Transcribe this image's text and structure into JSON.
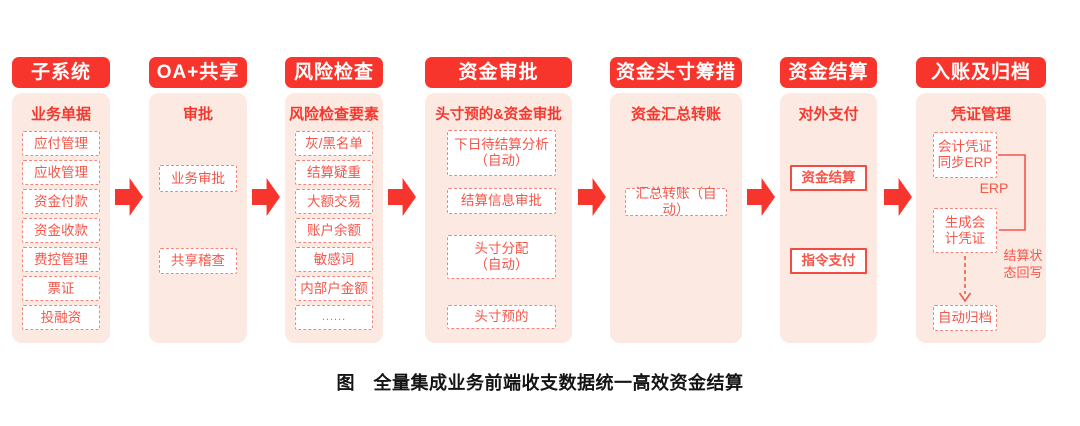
{
  "caption": "图　全量集成业务前端收支数据统一高效资金结算",
  "colors": {
    "primary_red": "#F8352C",
    "panel_pink": "#FCE9E2",
    "title_red": "#F5392E",
    "item_text_red": "#F4564A",
    "item_border_red": "#F5857A",
    "solid_box_border_red": "#F54A3F",
    "caption_black": "#141414"
  },
  "columns": [
    {
      "id": "subsystem",
      "badge": "子系统",
      "title": "业务单据",
      "item_style": "dashed",
      "items": [
        "应付管理",
        "应收管理",
        "资金付款",
        "资金收款",
        "费控管理",
        "票证",
        "投融资"
      ]
    },
    {
      "id": "oa-sharing",
      "badge": "OA+共享",
      "title": "审批",
      "item_style": "dashed",
      "items": [
        "业务审批",
        "共享稽查"
      ]
    },
    {
      "id": "risk-check",
      "badge": "风险检查",
      "title": "风险检查要素",
      "item_style": "dashed",
      "items": [
        "灰/黑名单",
        "结算疑重",
        "大额交易",
        "账户余额",
        "敏感词",
        "内部户金额",
        "......"
      ]
    },
    {
      "id": "fund-approval",
      "badge": "资金审批",
      "title": "头寸预的&资金审批",
      "item_style": "dashed",
      "items": [
        "下日待结算分析\n（自动）",
        "结算信息审批",
        "头寸分配\n（自动）",
        "头寸预的"
      ]
    },
    {
      "id": "fund-position-raising",
      "badge": "资金头寸筹措",
      "title": "资金汇总转账",
      "item_style": "dashed",
      "items": [
        "汇总转账（自动）"
      ]
    },
    {
      "id": "fund-settlement",
      "badge": "资金结算",
      "title": "对外支付",
      "item_style": "solid",
      "items": [
        "资金结算",
        "指令支付"
      ]
    },
    {
      "id": "entry-and-archive",
      "badge": "入账及归档",
      "title": "凭证管理",
      "item_style": "dashed",
      "items": [
        "会计凭证\n同步ERP",
        "生成会\n计凭证",
        "自动归档"
      ]
    }
  ],
  "col7_labels": {
    "erp": "ERP",
    "writeback": "结算状\n态回写"
  },
  "arrow_count": 6
}
